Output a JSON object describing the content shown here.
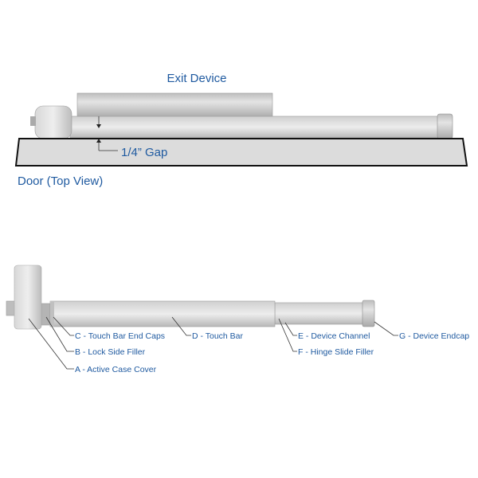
{
  "top_view": {
    "device_title": "Exit Device",
    "gap_label": "1/4” Gap",
    "door_label": "Door (Top View)"
  },
  "parts": {
    "a": "A - Active Case Cover",
    "b": "B - Lock Side Filler",
    "c": "C - Touch Bar End Caps",
    "d": "D - Touch Bar",
    "e": "E - Device Channel",
    "f": "F - Hinge Slide Filler",
    "g": "G - Device Endcap"
  },
  "colors": {
    "label": "#1f5aa0",
    "metal": "#c4c4c4",
    "door": "#dcdcdc"
  }
}
